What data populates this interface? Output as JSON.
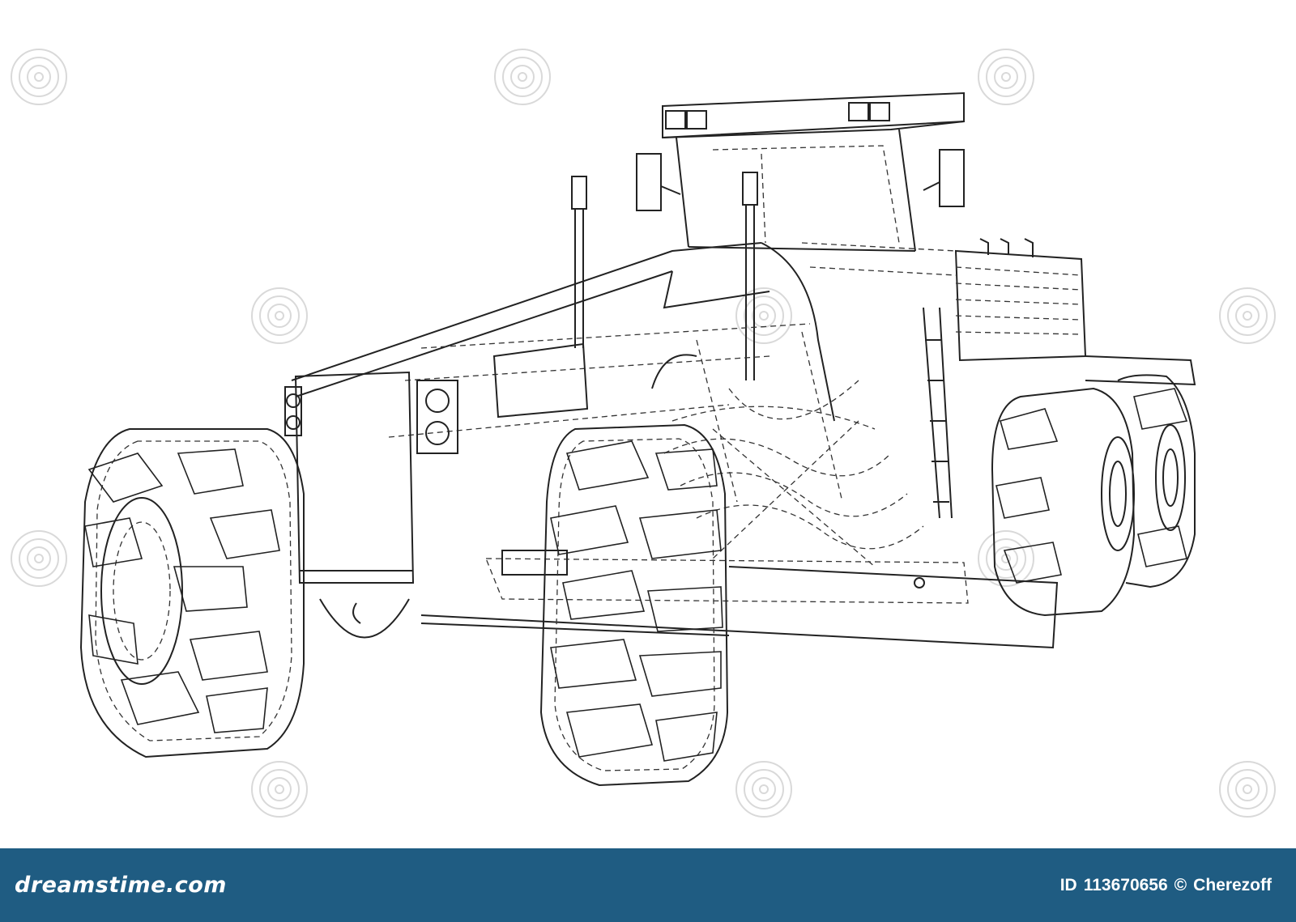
{
  "watermark": {
    "brand": "dreamstime.com",
    "image_id_label": "ID",
    "image_id": "113670656",
    "copyright_symbol": "©",
    "author": "Cherezoff",
    "spiral_icon": "spiral-icon"
  },
  "colors": {
    "footer_bg": "#1f5c82",
    "footer_text": "#ffffff",
    "line": "#222222",
    "watermark": "#d9d9d9"
  }
}
